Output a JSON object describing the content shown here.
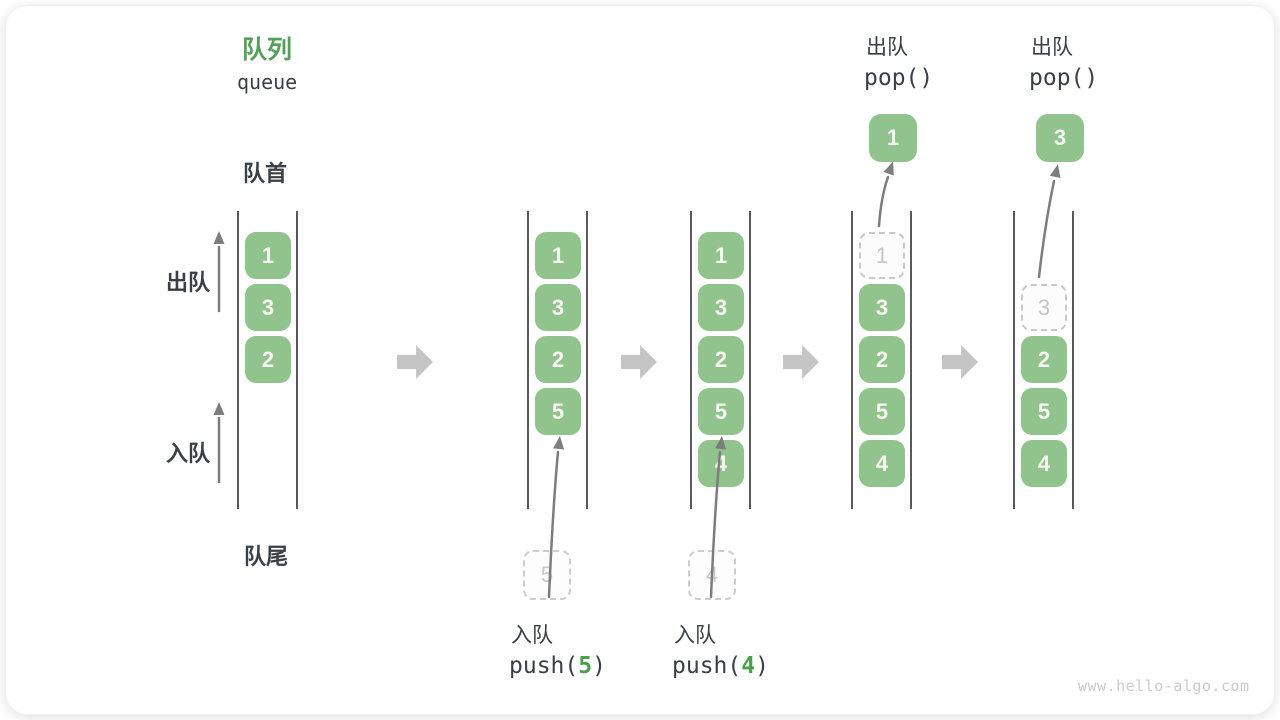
{
  "title": {
    "zh": "队列",
    "en": "queue"
  },
  "side_labels": {
    "front": "队首",
    "rear": "队尾",
    "dequeue": "出队",
    "enqueue": "入队"
  },
  "colors": {
    "item_green": "#90C48C",
    "title_green": "#51A156",
    "code_arg_green": "#4BA14B",
    "text_dark": "#3A4045",
    "ghost_gray": "#C8C8C8",
    "step_arrow_gray": "#C5C5C5"
  },
  "states": [
    {
      "name": "initial",
      "boxes": [
        "1",
        "3",
        "2"
      ]
    },
    {
      "name": "push-5",
      "boxes": [
        "1",
        "3",
        "2",
        "5"
      ],
      "pending_value": "5",
      "op": {
        "zh": "入队",
        "code_pre": "push(",
        "arg": "5",
        "code_post": ")"
      }
    },
    {
      "name": "push-4",
      "boxes": [
        "1",
        "3",
        "2",
        "5",
        "4"
      ],
      "pending_value": "4",
      "op": {
        "zh": "入队",
        "code_pre": "push(",
        "arg": "4",
        "code_post": ")"
      }
    },
    {
      "name": "pop-1",
      "ghost": "1",
      "boxes": [
        "3",
        "2",
        "5",
        "4"
      ],
      "popped": "1",
      "op": {
        "zh": "出队",
        "code": "pop()"
      }
    },
    {
      "name": "pop-3",
      "ghost": "3",
      "boxes": [
        "2",
        "5",
        "4"
      ],
      "popped": "3",
      "op": {
        "zh": "出队",
        "code": "pop()"
      }
    }
  ],
  "watermark": "www.hello-algo.com"
}
